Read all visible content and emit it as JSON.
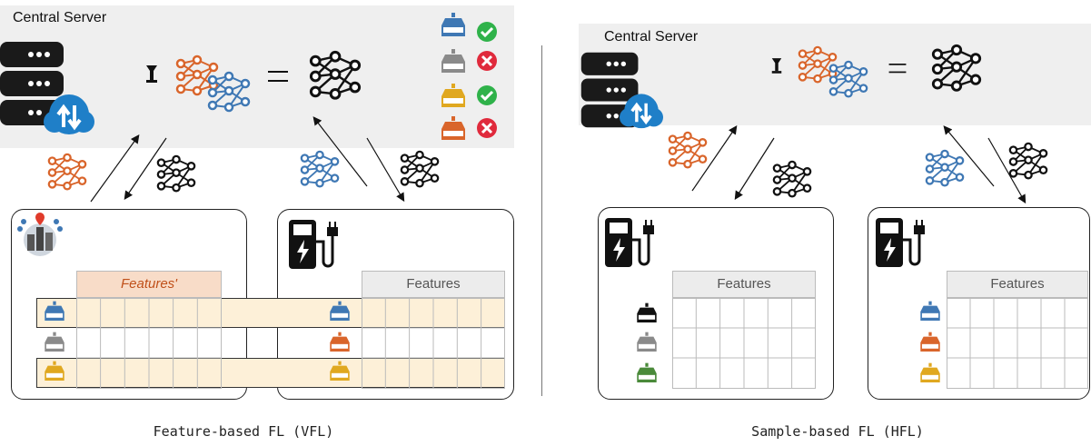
{
  "left_panel": {
    "server_title": "Central Server",
    "vfl_caption": "Feature-based FL (VFL)",
    "client_a_features": "Features'",
    "client_b_features": "Features"
  },
  "right_panel": {
    "server_title": "Central Server",
    "hfl_caption": "Sample-based FL (HFL)",
    "client_a_features": "Features",
    "client_b_features": "Features"
  },
  "colors": {
    "orange": "#d9652b",
    "blue": "#3f78b4",
    "gray": "#8a8a8a",
    "gold": "#e0a820",
    "green": "#4a8a3a",
    "black": "#111111",
    "check": "#2fb24a",
    "cross": "#e02a3c",
    "band": "#fdf0d8",
    "feat_prime_bg": "#f8dcc8",
    "feat_bg": "#ececec"
  },
  "icons": [
    "database-icon",
    "cloud-sync-icon",
    "neural-net-icon",
    "car-icon",
    "check-icon",
    "cross-icon",
    "ev-charger-icon",
    "city-icon",
    "aggregate-icon"
  ]
}
